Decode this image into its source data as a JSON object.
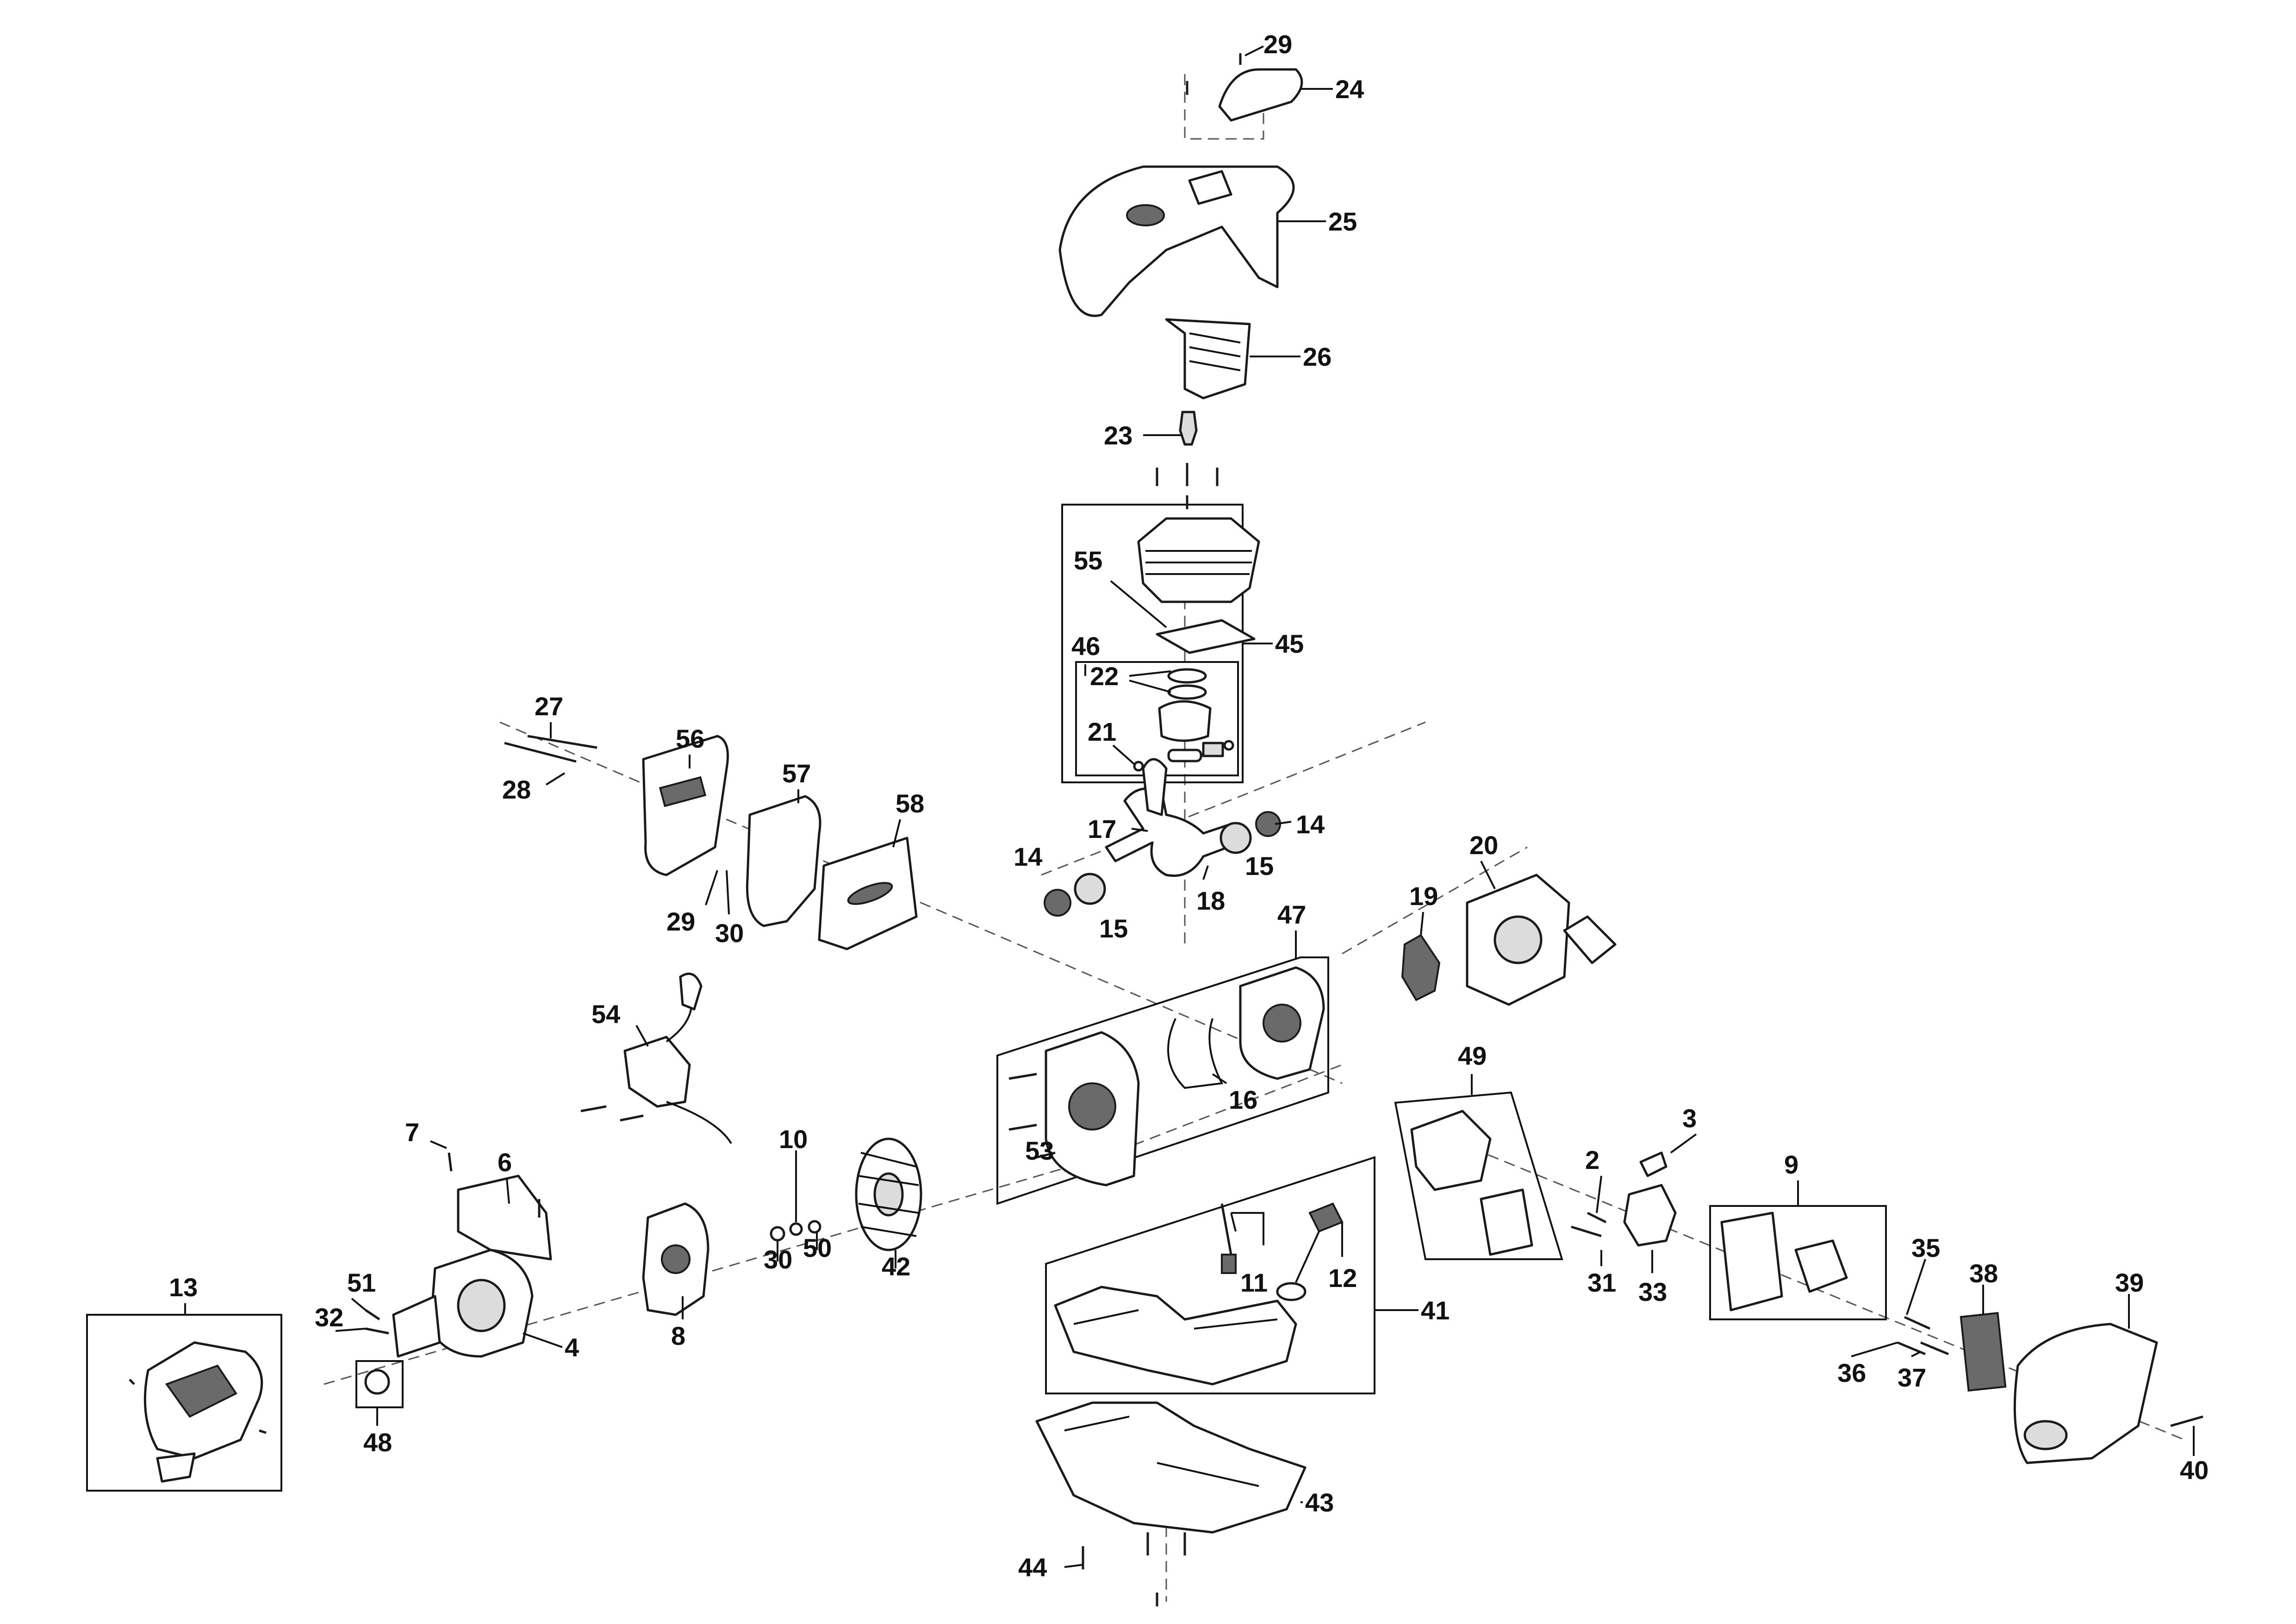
{
  "colors": {
    "ink": "#111111",
    "part_fill": "#ffffff",
    "shade": "#dcdcdc",
    "background": "#ffffff"
  },
  "callouts": [
    "29",
    "24",
    "25",
    "26",
    "23",
    "55",
    "46",
    "45",
    "22",
    "21",
    "27",
    "56",
    "57",
    "58",
    "28",
    "29",
    "30",
    "17",
    "14",
    "15",
    "18",
    "14",
    "15",
    "20",
    "19",
    "47",
    "54",
    "16",
    "49",
    "7",
    "6",
    "10",
    "3",
    "2",
    "9",
    "11",
    "12",
    "13",
    "51",
    "32",
    "30",
    "50",
    "42",
    "53",
    "4",
    "8",
    "41",
    "31",
    "33",
    "35",
    "38",
    "39",
    "48",
    "36",
    "37",
    "40",
    "43",
    "44"
  ]
}
